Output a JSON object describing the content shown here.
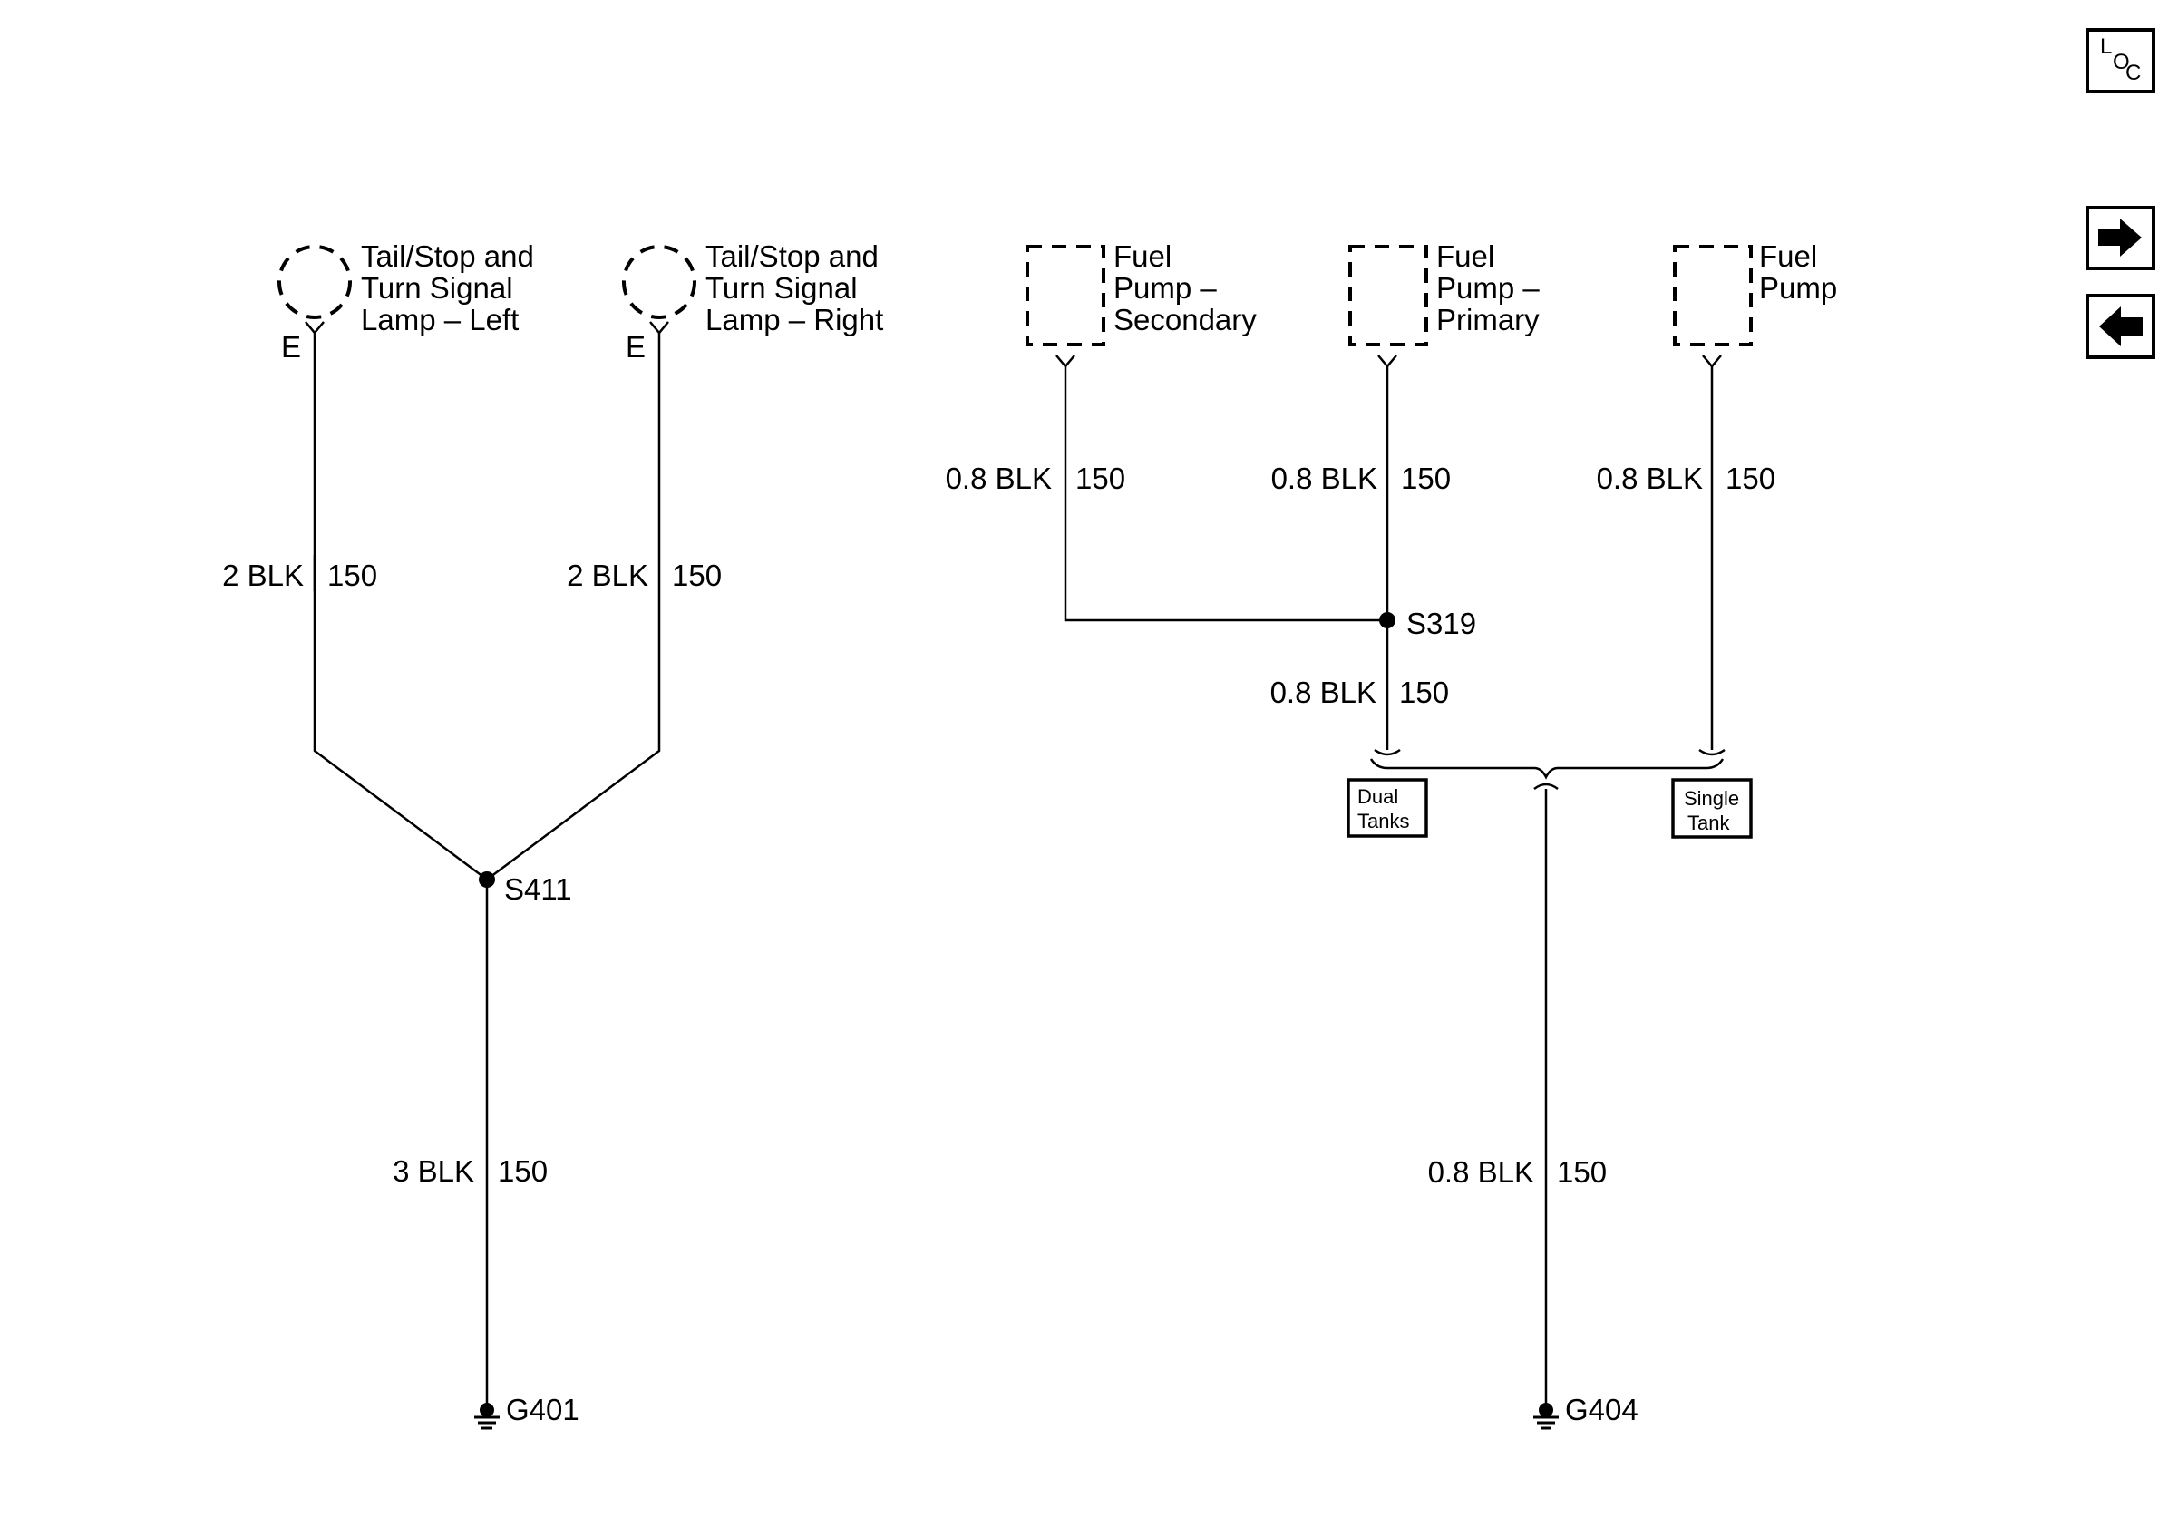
{
  "nav": {
    "loc_top": "L",
    "loc_mid": "O",
    "loc_bot": "C",
    "next_icon": "right-arrow-icon",
    "prev_icon": "left-arrow-icon"
  },
  "components": {
    "lamp_left": {
      "line1": "Tail/Stop and",
      "line2": "Turn Signal",
      "line3": "Lamp – Left",
      "pin": "E"
    },
    "lamp_right": {
      "line1": "Tail/Stop and",
      "line2": "Turn Signal",
      "line3": "Lamp – Right",
      "pin": "E"
    },
    "pump_secondary": {
      "line1": "Fuel",
      "line2": "Pump –",
      "line3": "Secondary"
    },
    "pump_primary": {
      "line1": "Fuel",
      "line2": "Pump –",
      "line3": "Primary"
    },
    "pump_single": {
      "line1": "Fuel",
      "line2": "Pump"
    }
  },
  "wires": {
    "lamp_left": {
      "gauge_color": "2 BLK",
      "circuit": "150"
    },
    "lamp_right": {
      "gauge_color": "2 BLK",
      "circuit": "150"
    },
    "s411_ground": {
      "gauge_color": "3 BLK",
      "circuit": "150"
    },
    "pump_secondary": {
      "gauge_color": "0.8 BLK",
      "circuit": "150"
    },
    "pump_primary": {
      "gauge_color": "0.8 BLK",
      "circuit": "150"
    },
    "pump_single": {
      "gauge_color": "0.8 BLK",
      "circuit": "150"
    },
    "s319_out": {
      "gauge_color": "0.8 BLK",
      "circuit": "150"
    },
    "g404_ground": {
      "gauge_color": "0.8 BLK",
      "circuit": "150"
    }
  },
  "splices": {
    "s411": "S411",
    "s319": "S319"
  },
  "grounds": {
    "g401": "G401",
    "g404": "G404"
  },
  "options": {
    "dual": {
      "line1": "Dual",
      "line2": "Tanks"
    },
    "single": {
      "line1": "Single",
      "line2": "Tank"
    }
  }
}
